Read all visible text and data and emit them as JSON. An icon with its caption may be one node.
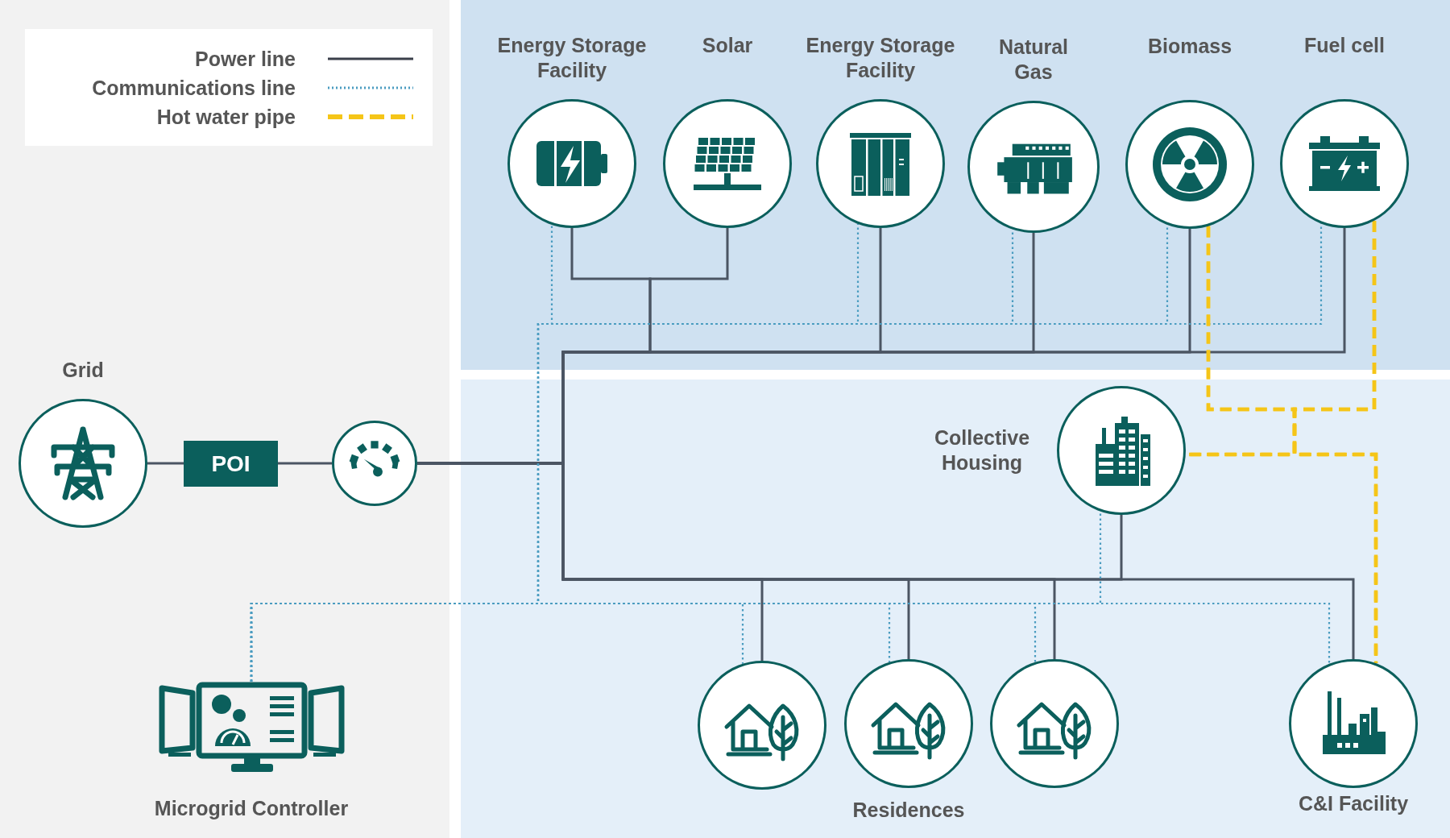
{
  "diagram": {
    "nodes": [
      {
        "text": [
          "Energy Storage Facility"
        ]
      },
      {
        "text": [
          "Solar"
        ]
      },
      {
        "text": [
          "Energy Storage Facility"
        ]
      },
      {
        "text": [
          "Natural Gas"
        ]
      },
      {
        "text": [
          "Biomass"
        ]
      },
      {
        "text": [
          "Fuel cell"
        ]
      },
      {
        "text": [
          "Grid"
        ]
      },
      {
        "text": [
          "POI"
        ]
      },
      {
        "text": [],
        "shape": "circle"
      },
      {
        "text": [
          "Collective Housing"
        ]
      },
      {
        "text": [],
        "shape": "circle"
      },
      {
        "text": [],
        "shape": "circle"
      },
      {
        "text": [],
        "shape": "circle"
      },
      {
        "text": [
          "C&I Facility"
        ]
      },
      {
        "text": [
          "Microgrid Controller"
        ]
      }
    ],
    "edges": [
      {
        "from": 6,
        "to": 7,
        "arrow": "none"
      },
      {
        "from": 7,
        "to": 8,
        "arrow": "none"
      },
      {
        "from": 0,
        "to": 8,
        "arrow": "none"
      },
      {
        "from": 1,
        "to": 8,
        "arrow": "none"
      },
      {
        "from": 2,
        "to": 8,
        "arrow": "none"
      },
      {
        "from": 3,
        "to": 8,
        "arrow": "none"
      },
      {
        "from": 4,
        "to": 8,
        "arrow": "none"
      },
      {
        "from": 5,
        "to": 8,
        "arrow": "none"
      },
      {
        "from": 8,
        "to": 9,
        "arrow": "none"
      },
      {
        "from": 8,
        "to": 10,
        "arrow": "none"
      },
      {
        "from": 8,
        "to": 11,
        "arrow": "none"
      },
      {
        "from": 8,
        "to": 12,
        "arrow": "none"
      },
      {
        "from": 8,
        "to": 13,
        "arrow": "none"
      },
      {
        "from": 14,
        "to": 0,
        "arrow": "none",
        "style": "dashed",
        "color": "#4a9cc0"
      },
      {
        "from": 14,
        "to": 2,
        "arrow": "none",
        "style": "dashed",
        "color": "#4a9cc0"
      },
      {
        "from": 14,
        "to": 3,
        "arrow": "none",
        "style": "dashed",
        "color": "#4a9cc0"
      },
      {
        "from": 14,
        "to": 4,
        "arrow": "none",
        "style": "dashed",
        "color": "#4a9cc0"
      },
      {
        "from": 14,
        "to": 5,
        "arrow": "none",
        "style": "dashed",
        "color": "#4a9cc0"
      },
      {
        "from": 14,
        "to": 9,
        "arrow": "none",
        "style": "dashed",
        "color": "#4a9cc0"
      },
      {
        "from": 14,
        "to": 10,
        "arrow": "none",
        "style": "dashed",
        "color": "#4a9cc0"
      },
      {
        "from": 14,
        "to": 11,
        "arrow": "none",
        "style": "dashed",
        "color": "#4a9cc0"
      },
      {
        "from": 14,
        "to": 12,
        "arrow": "none",
        "style": "dashed",
        "color": "#4a9cc0"
      },
      {
        "from": 14,
        "to": 13,
        "arrow": "none",
        "style": "dashed",
        "color": "#4a9cc0"
      },
      {
        "from": 4,
        "to": 9,
        "arrow": "none",
        "style": "dashed",
        "color": "#f5c518"
      },
      {
        "from": 4,
        "to": 13,
        "arrow": "none",
        "style": "dashed",
        "color": "#f5c518"
      },
      {
        "from": 5,
        "to": 9,
        "arrow": "none",
        "style": "dashed",
        "color": "#f5c518"
      },
      {
        "from": 5,
        "to": 13,
        "arrow": "none",
        "style": "dashed",
        "color": "#f5c518"
      }
    ],
    "labels": [
      "Residences"
    ],
    "legend": [
      {
        "text": "Power line"
      },
      {
        "text": "Communications line"
      },
      {
        "text": "Hot water pipe"
      }
    ]
  }
}
